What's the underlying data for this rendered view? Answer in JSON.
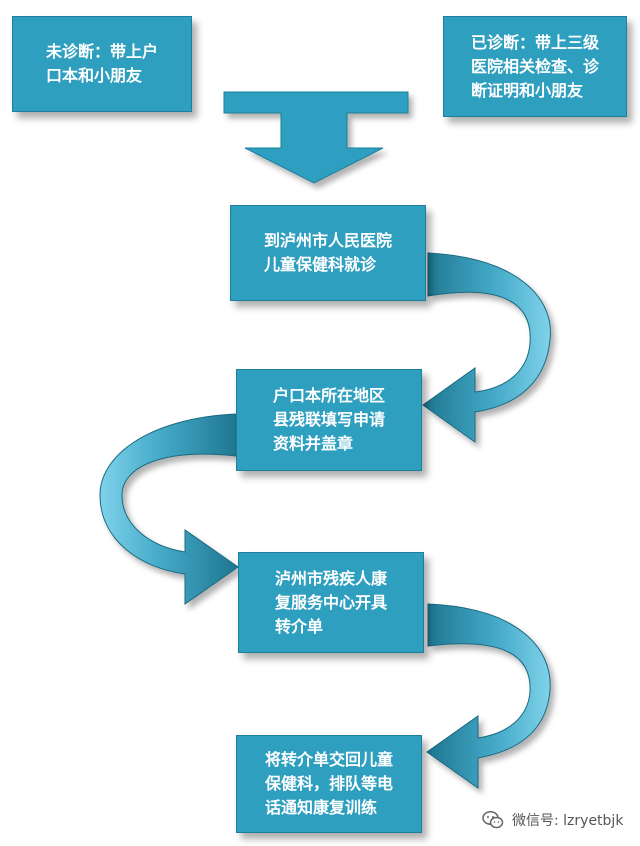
{
  "diagram": {
    "nodes": [
      {
        "id": "undiagnosed",
        "text": "未诊断：带上户\n口本和小朋友"
      },
      {
        "id": "diagnosed",
        "text": "已诊断：带上三级\n医院相关检查、诊\n断证明和小朋友"
      },
      {
        "id": "step1",
        "text": "到泸州市人民医院\n儿童保健科就诊"
      },
      {
        "id": "step2",
        "text": "户口本所在地区\n县残联填写申请\n资料并盖章"
      },
      {
        "id": "step3",
        "text": "泸州市残疾人康\n复服务中心开具\n转介单"
      },
      {
        "id": "step4",
        "text": "将转介单交回儿童\n保健科，排队等电\n话通知康复训练"
      }
    ],
    "edges": [
      {
        "from": "undiagnosed",
        "to": "step1"
      },
      {
        "from": "diagnosed",
        "to": "step1"
      },
      {
        "from": "step1",
        "to": "step2"
      },
      {
        "from": "step2",
        "to": "step3"
      },
      {
        "from": "step3",
        "to": "step4"
      }
    ]
  },
  "colors": {
    "box_fill": "#2f9fc0",
    "box_border": "#1e7f9c",
    "box_text": "#ffffff",
    "tee_arrow": "#2f9fc0",
    "curved_arrow_dark": "#1c6f86",
    "curved_arrow_light": "#5ec1dc"
  },
  "watermark": {
    "icon": "wechat-icon",
    "text": "微信号: lzryetbjk"
  }
}
